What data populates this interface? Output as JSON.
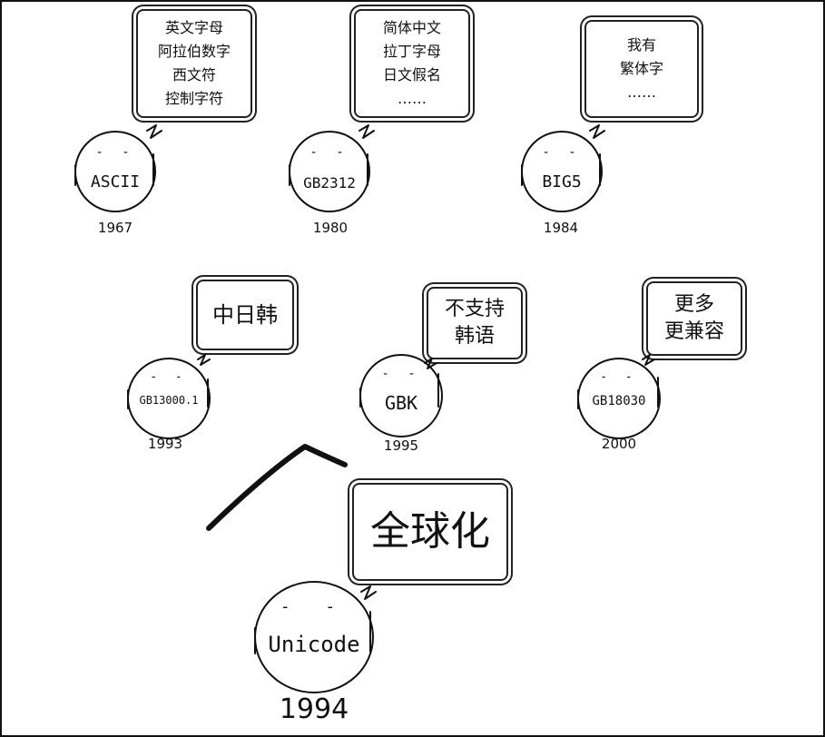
{
  "nodes": [
    {
      "id": "ascii",
      "name": "ASCII",
      "year": "1967",
      "bubble": [
        "英文字母",
        "阿拉伯数字",
        "西文符",
        "控制字符"
      ]
    },
    {
      "id": "gb2312",
      "name": "GB2312",
      "year": "1980",
      "bubble": [
        "简体中文",
        "拉丁字母",
        "日文假名",
        "……"
      ]
    },
    {
      "id": "big5",
      "name": "BIG5",
      "year": "1984",
      "bubble": [
        "我有",
        "繁体字",
        "……"
      ]
    },
    {
      "id": "gb13000",
      "name": "GB13000.1",
      "year": "1993",
      "bubble": [
        "中日韩"
      ]
    },
    {
      "id": "gbk",
      "name": "GBK",
      "year": "1995",
      "bubble": [
        "不支持",
        "韩语"
      ]
    },
    {
      "id": "gb18030",
      "name": "GB18030",
      "year": "2000",
      "bubble": [
        "更多",
        "更兼容"
      ]
    },
    {
      "id": "unicode",
      "name": "Unicode",
      "year": "1994",
      "bubble": [
        "全球化"
      ]
    }
  ],
  "face_eyes": "- -",
  "colors": {
    "ink": "#111111",
    "background": "#ffffff"
  }
}
